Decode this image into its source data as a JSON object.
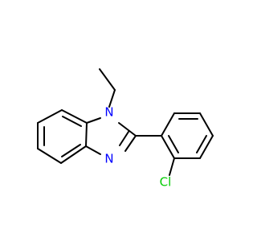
{
  "molecule": {
    "atoms": {
      "n1": {
        "label": "N",
        "color": "#0000ff"
      },
      "n3": {
        "label": "N",
        "color": "#0000ff"
      },
      "cl": {
        "label": "Cl",
        "color": "#00cc00"
      }
    }
  }
}
